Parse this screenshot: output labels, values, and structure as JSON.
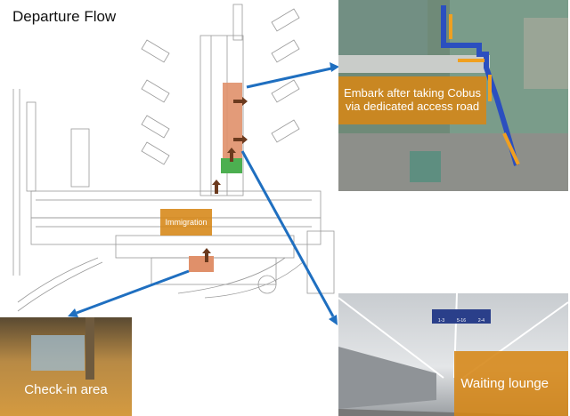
{
  "title": "Departure Flow",
  "plan": {
    "immigration_label": "Immigration"
  },
  "photos": {
    "embark": {
      "label": "Embark after taking Cobus via dedicated access road"
    },
    "checkin": {
      "label": "Check-in area"
    },
    "waiting": {
      "label": "Waiting lounge",
      "sign": [
        "1-3",
        "5-16",
        "2-4"
      ]
    }
  },
  "colors": {
    "arrow": "#1f6fc0",
    "highlight": "#d6861a",
    "zone": "#e0906a",
    "green_zone": "#4caf50",
    "flow_arrow": "#6b3a1e"
  }
}
